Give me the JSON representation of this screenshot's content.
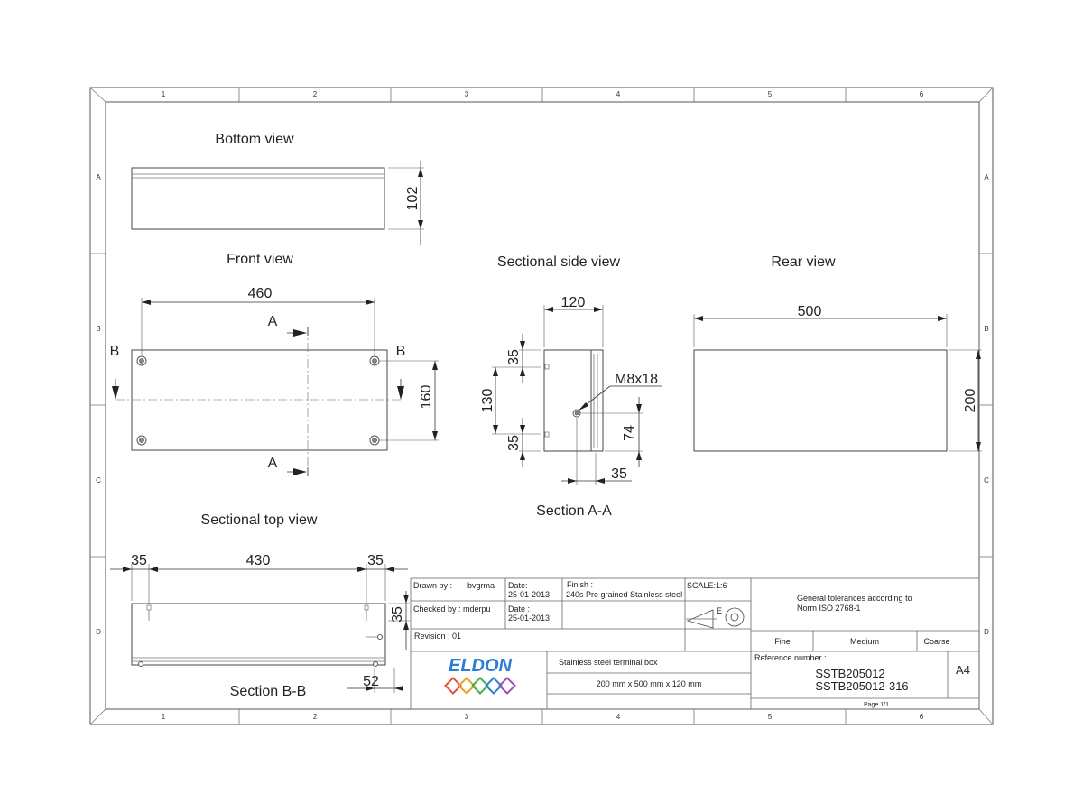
{
  "grid": {
    "columns": [
      "1",
      "2",
      "3",
      "4",
      "5",
      "6"
    ],
    "rows": [
      "A",
      "B",
      "C",
      "D"
    ]
  },
  "views": {
    "bottom": {
      "title": "Bottom view",
      "height_dim": "102"
    },
    "front": {
      "title": "Front view",
      "width_dim": "460",
      "height_dim": "160",
      "section_a": "A",
      "section_b": "B"
    },
    "side": {
      "title": "Sectional side view",
      "caption": "Section A-A",
      "depth_dim": "120",
      "hole_height_dim": "130",
      "top_offset_dim": "35",
      "bottom_offset_dim": "35",
      "rail_height_dim": "74",
      "rail_depth_dim": "35",
      "bolt_label": "M8x18"
    },
    "rear": {
      "title": "Rear view",
      "width_dim": "500",
      "height_dim": "200"
    },
    "top": {
      "title": "Sectional top view",
      "caption": "Section B-B",
      "left_dim": "35",
      "middle_dim": "430",
      "right_dim": "35",
      "depth_dim": "35",
      "rail_dim": "52"
    }
  },
  "title_block": {
    "drawn_by_label": "Drawn by :",
    "drawn_by": "bvgrma",
    "checked_by_label": "Checked by : mderpu",
    "date1_label": "Date:",
    "date1": "25-01-2013",
    "date2_label": "Date :",
    "date2": "25-01-2013",
    "finish_label": "Finish :",
    "finish": "240s Pre grained Stainless steel",
    "scale": "SCALE:1:6",
    "projection_letter": "E",
    "tolerances_line1": "General tolerances according to",
    "tolerances_line2": "Norm ISO 2768-1",
    "revision": "Revision : 01",
    "tolerance_fine": "Fine",
    "tolerance_medium": "Medium",
    "tolerance_coarse": "Coarse",
    "company": "ELDON",
    "description": "Stainless steel terminal box",
    "dimensions": "200 mm x 500 mm x 120 mm",
    "reference_label": "Reference number :",
    "reference1": "SSTB205012",
    "reference2": "SSTB205012-316",
    "sheet_size": "A4",
    "page": "Page 1/1"
  },
  "colors": {
    "logo_text": "#2a7fd4",
    "logo_shapes": [
      "#e84a3a",
      "#f0a020",
      "#3fae49",
      "#2a7fd4",
      "#9b4fb0"
    ]
  }
}
